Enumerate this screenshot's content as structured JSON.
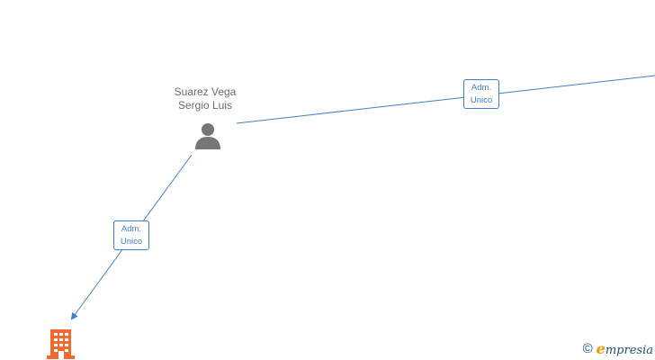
{
  "person": {
    "name_line1": "Suarez Vega",
    "name_line2": "Sergio Luis",
    "icon": "person-icon"
  },
  "roles": [
    {
      "line1": "Adm.",
      "line2": "Unico"
    },
    {
      "line1": "Adm.",
      "line2": "Unico"
    }
  ],
  "company": {
    "icon": "building-icon",
    "color": "#f26a2e"
  },
  "colors": {
    "edge": "#3f7fc9",
    "person_icon": "#767676",
    "label_text": "#6b6b6b"
  },
  "watermark": {
    "copyright": "©",
    "brand_initial": "e",
    "brand_rest": "mpresia"
  }
}
